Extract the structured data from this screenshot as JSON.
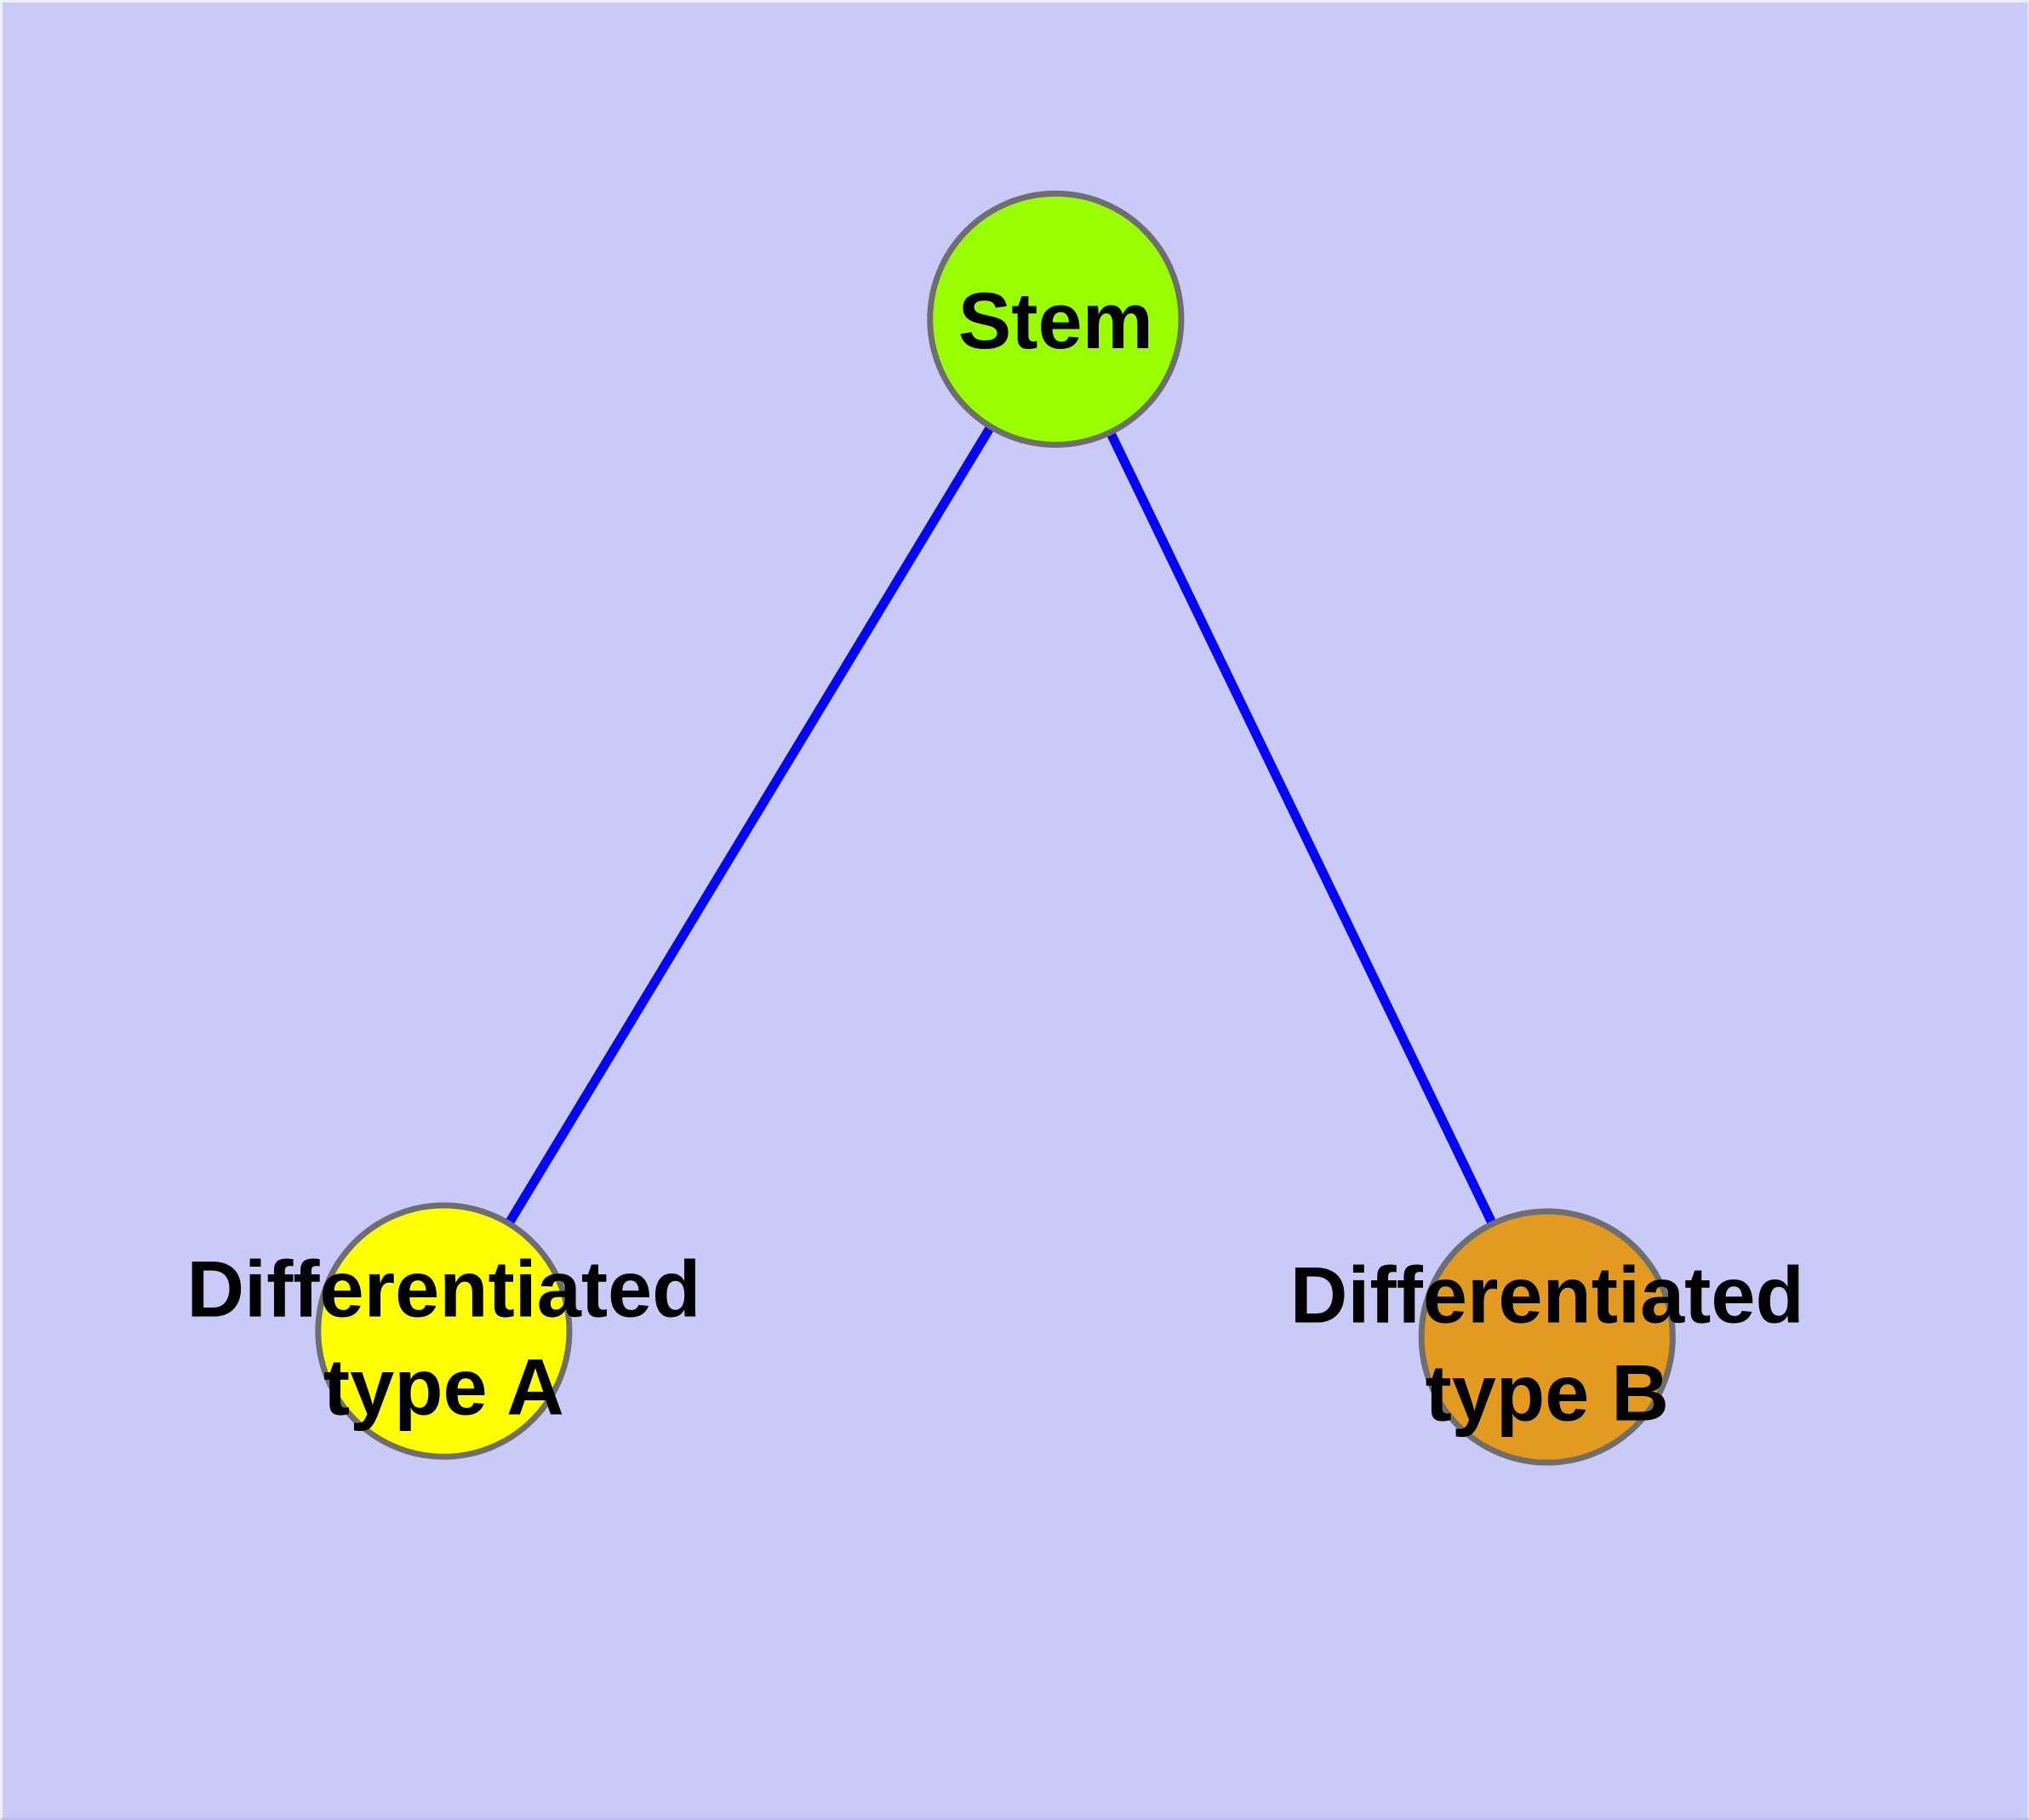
{
  "diagram": {
    "background_color": "#CACAF9",
    "edge_color": "#0404F8",
    "node_border_color": "#6E6E6E",
    "label_color": "#000000",
    "nodes": {
      "stem": {
        "label": "Stem",
        "fill": "#99FE00"
      },
      "type_a": {
        "label": "Differentiated type A",
        "label_line1": "Differentiated",
        "label_line2": "type A",
        "fill": "#FFFF00"
      },
      "type_b": {
        "label": "Differentiated type B",
        "label_line1": "Differentiated",
        "label_line2": "type B",
        "fill": "#E39A21"
      }
    },
    "edges": [
      {
        "from": "Stem",
        "to": "Differentiated type A"
      },
      {
        "from": "Stem",
        "to": "Differentiated type B"
      }
    ]
  }
}
